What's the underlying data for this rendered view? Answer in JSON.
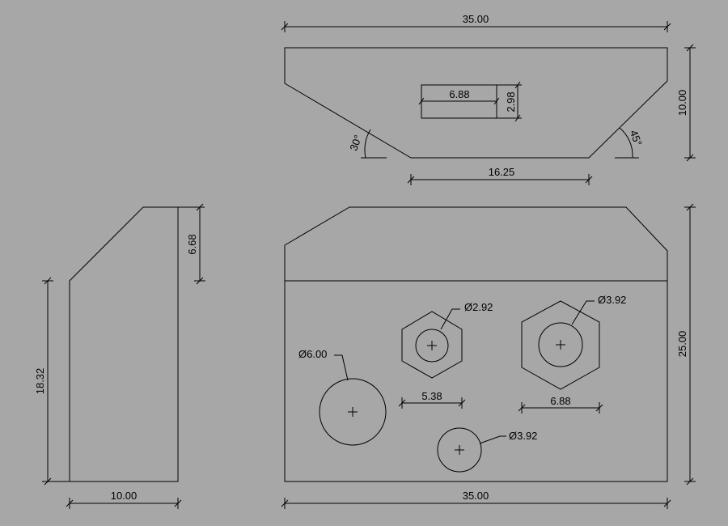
{
  "colors": {
    "background": "#a7a7a7",
    "line": "#000000"
  },
  "top_view": {
    "width": "35.00",
    "height": "10.00",
    "bottom": "16.25",
    "slot_width": "6.88",
    "slot_height": "2.98",
    "angle_left": "30°",
    "angle_right": "45°"
  },
  "side_view": {
    "top_height": "6.68",
    "height": "18.32",
    "width": "10.00"
  },
  "front_view": {
    "height": "25.00",
    "width": "35.00",
    "hex_small_dia": "Ø2.92",
    "hex_small_width": "5.38",
    "hex_large_dia": "Ø3.92",
    "hex_large_width": "6.88",
    "circle_large_dia": "Ø6.00",
    "circle_small_dia": "Ø3.92"
  }
}
